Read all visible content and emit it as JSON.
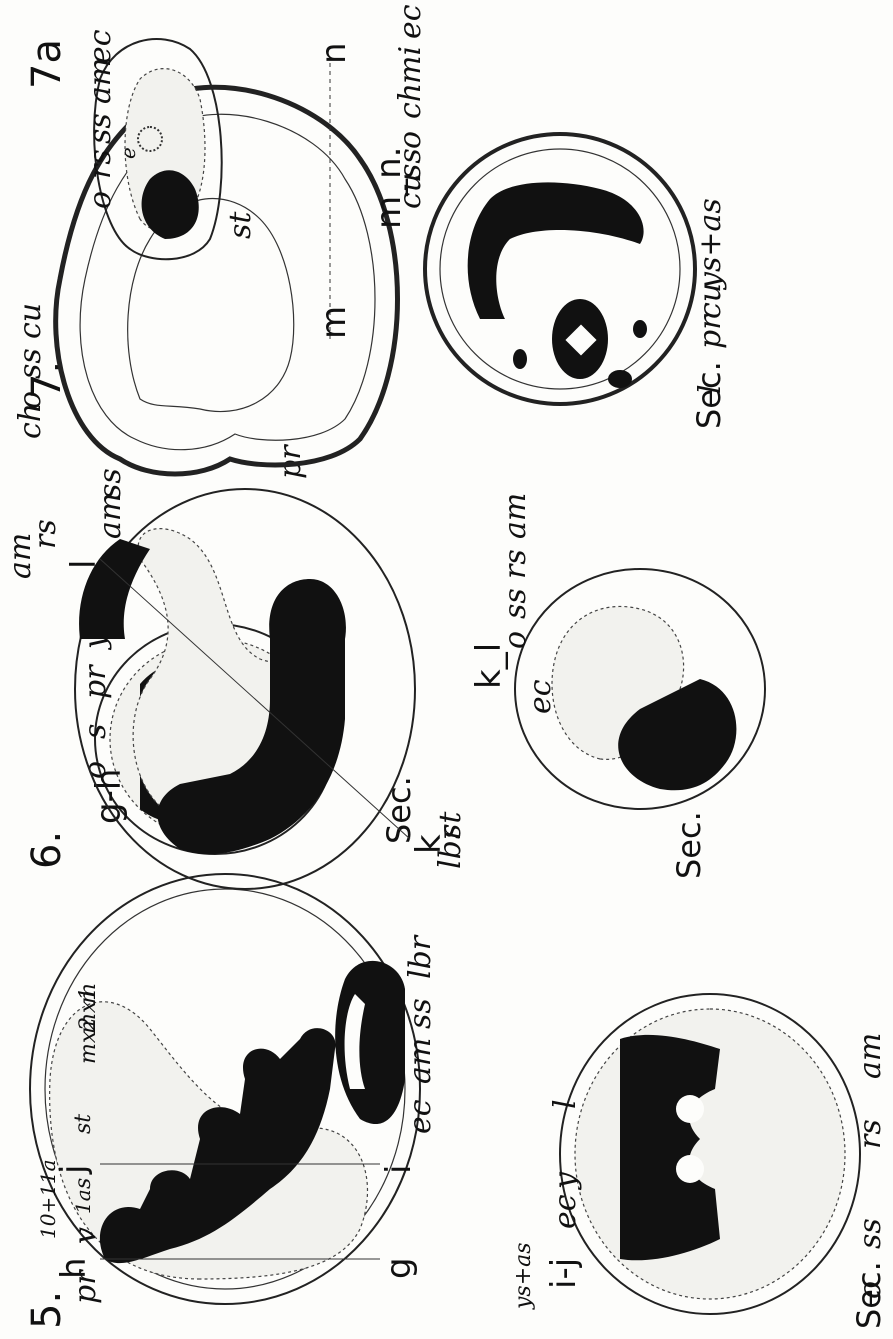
{
  "figures": {
    "fig5": {
      "number": "5.",
      "labels": {
        "pr": "pr",
        "h": "h",
        "v": "v",
        "n1011a": "10+11a",
        "n1a": "1a",
        "s": "s",
        "j": "j",
        "st": "st",
        "mx2": "mx2",
        "mx1": "mx1",
        "m": "m",
        "lbr": "lbr",
        "ss": "ss",
        "am": "am",
        "ec": "ec",
        "i": "i",
        "g": "g"
      },
      "sec_gh": {
        "cut": "g-h",
        "sec": "Sec.",
        "o": "o",
        "s": "s",
        "pr": "pr",
        "y": "y"
      },
      "sec_ij": {
        "cut": "i-j",
        "sec": "Sec.",
        "ys_as": "ys+as",
        "y": "y",
        "l": "l",
        "ec": "ec",
        "o": "o",
        "ss": "ss",
        "rs": "rs",
        "am": "am"
      }
    },
    "fig6": {
      "number": "6.",
      "labels": {
        "am_top": "am",
        "rs": "rs",
        "l": "l",
        "am": "am",
        "ss": "ss",
        "pr": "pr",
        "k": "k",
        "lbr": "lbr",
        "st": "st"
      },
      "sec_kl": {
        "cut": "k_l",
        "sec": "Sec.",
        "o": "o",
        "ss": "ss",
        "rs": "rs",
        "am": "am",
        "ec": "ec"
      }
    },
    "fig7": {
      "number": "7.",
      "labels": {
        "ch": "ch",
        "o": "o",
        "ss": "ss",
        "cu": "cu",
        "n": "n",
        "m": "m"
      },
      "sec_mn": {
        "cut": "m_n.",
        "sec": "Sec.",
        "cu": "cu",
        "ss": "ss",
        "o": "o",
        "ch": "ch",
        "mi": "mi",
        "ec": "ec",
        "l": "l",
        "pr": "pr",
        "cu2": "cu",
        "ys_as": "ys+as"
      }
    },
    "fig7a": {
      "number": "7a",
      "labels": {
        "o": "o",
        "rs": "rs",
        "ss": "ss",
        "am": "am",
        "ec": "ec",
        "e": "e",
        "st": "st"
      }
    }
  }
}
